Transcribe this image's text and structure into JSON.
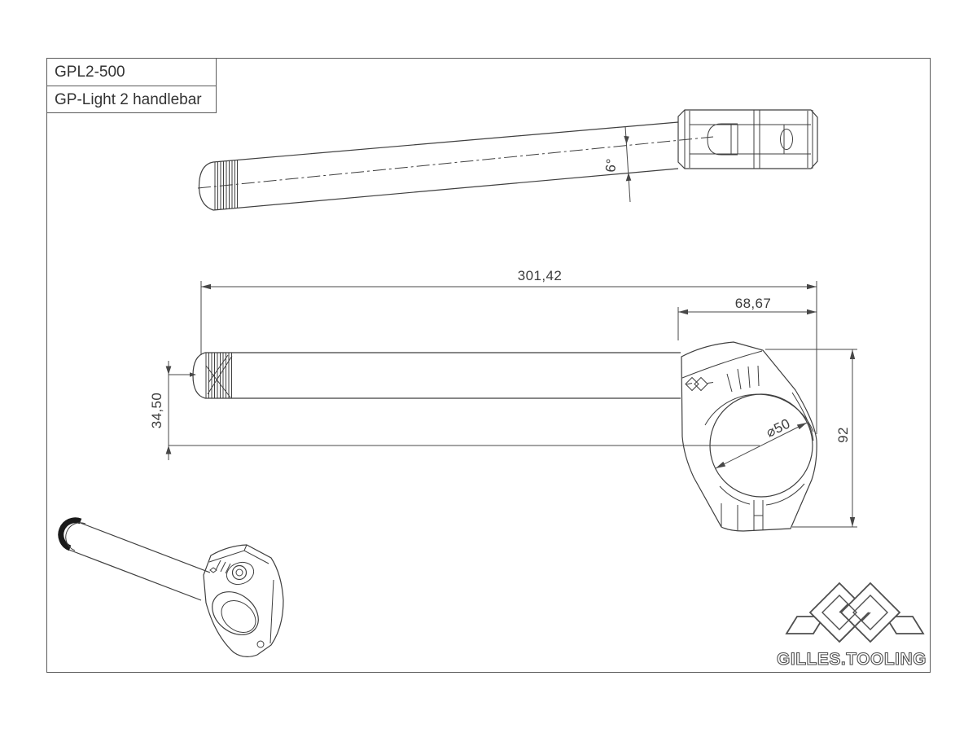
{
  "title_block": {
    "part_number": "GPL2-500",
    "part_name": "GP-Light 2 handlebar"
  },
  "dimensions": {
    "overall_length": "301,42",
    "clamp_section_length": "68,67",
    "center_drop": "34,50",
    "clamp_height": "92",
    "clamp_bore_diameter": "⌀50",
    "tube_angle": "6°"
  },
  "branding": {
    "logo_text": "GILLES.TOOLING"
  },
  "colors": {
    "line": "#3f3f3f",
    "dimension": "#474747",
    "frame": "#5a5a5a",
    "background": "#ffffff",
    "bar_end": "#1a1a1a"
  }
}
